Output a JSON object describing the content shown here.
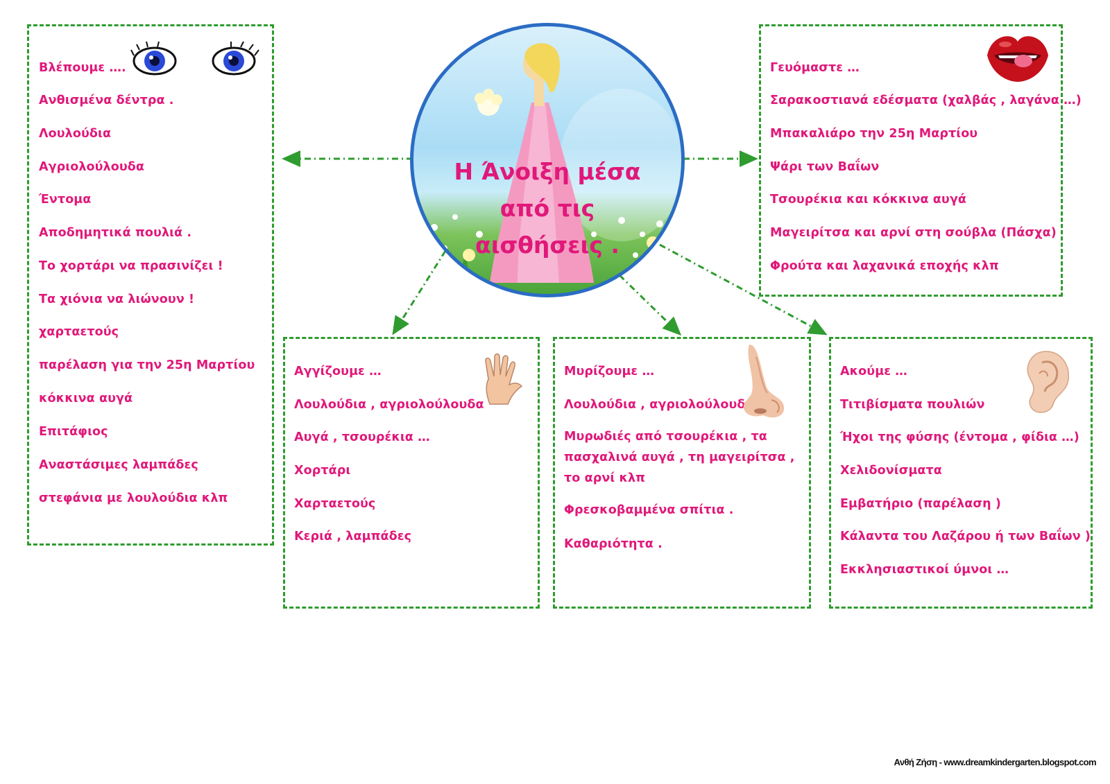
{
  "center": {
    "title_lines": [
      "Η Άνοιξη μέσα",
      "από τις",
      "αισθήσεις ."
    ]
  },
  "sight": {
    "items": [
      "Βλέπουμε ….",
      "Ανθισμένα δέντρα .",
      "Λουλούδια",
      "Αγριολούλουδα",
      "Έντομα",
      "Αποδημητικά πουλιά .",
      "Το χορτάρι να πρασινίζει !",
      "Τα χιόνια να λιώνουν !",
      "χαρταετούς",
      "παρέλαση για την 25η Μαρτίου",
      "κόκκινα αυγά",
      "Επιτάφιος",
      "Αναστάσιμες λαμπάδες",
      "στεφάνια με λουλούδια  κλπ"
    ]
  },
  "taste": {
    "items": [
      "Γευόμαστε …",
      "Σαρακοστιανά εδέσματα (χαλβάς , λαγάνα …)",
      "Μπακαλιάρο την 25η Μαρτίου",
      "Ψάρι των Βαΐων",
      "Τσουρέκια και κόκκινα αυγά",
      "Μαγειρίτσα και αρνί στη σούβλα (Πάσχα)",
      "Φρούτα και λαχανικά εποχής κλπ"
    ]
  },
  "touch": {
    "items": [
      "Αγγίζουμε  …",
      "Λουλούδια , αγριολούλουδα",
      "Αυγά , τσουρέκια …",
      "Χορτάρι",
      "Χαρταετούς",
      "Κεριά , λαμπάδες"
    ]
  },
  "smell": {
    "items": [
      "Μυρίζουμε …",
      "Λουλούδια , αγριολούλουδα",
      "Μυρωδιές από τσουρέκια , τα πασχαλινά αυγά , τη μαγειρίτσα , το αρνί κλπ",
      "Φρεσκοβαμμένα σπίτια .",
      "Καθαριότητα ."
    ]
  },
  "hearing": {
    "items": [
      "Ακούμε …",
      "Τιτιβίσματα πουλιών",
      "Ήχοι της φύσης (έντομα , φίδια …)",
      "Χελιδονίσματα",
      "Εμβατήριο (παρέλαση )",
      "Κάλαντα του Λαζάρου ή των Βαΐων )",
      "Εκκλησιαστικοί ύμνοι …"
    ]
  },
  "credit": "Ανθή Ζήση - www.dreamkindergarten.blogspot.com",
  "icons": {
    "sight": "eyes-icon",
    "taste": "lips-icon",
    "touch": "hand-icon",
    "smell": "nose-icon",
    "hearing": "ear-icon"
  },
  "colors": {
    "text": "#e0187a",
    "border": "#2e9c2e",
    "hub_border": "#2b6cc4"
  }
}
